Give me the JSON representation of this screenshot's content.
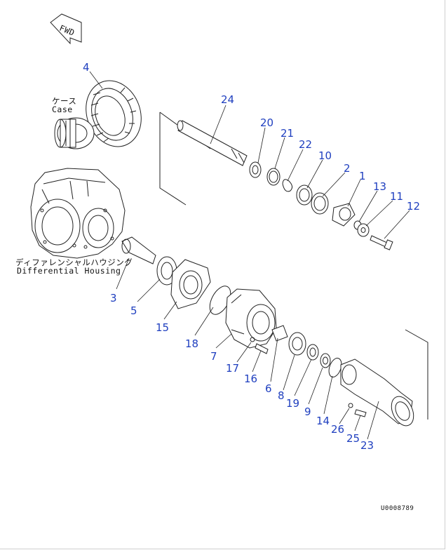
{
  "fwd_label": "FWD",
  "case_label": {
    "jp": "ケース",
    "en": "Case"
  },
  "housing_label": {
    "jp": "ディファレンシャルハウジング",
    "en": "Differential Housing"
  },
  "drawing_code": "U0008789",
  "callouts": [
    "4",
    "24",
    "20",
    "21",
    "22",
    "10",
    "2",
    "1",
    "13",
    "11",
    "12",
    "3",
    "5",
    "15",
    "18",
    "7",
    "17",
    "16",
    "6",
    "8",
    "19",
    "9",
    "14",
    "26",
    "25",
    "23"
  ],
  "colors": {
    "callout": "#1f3fbf",
    "line": "#222222"
  }
}
